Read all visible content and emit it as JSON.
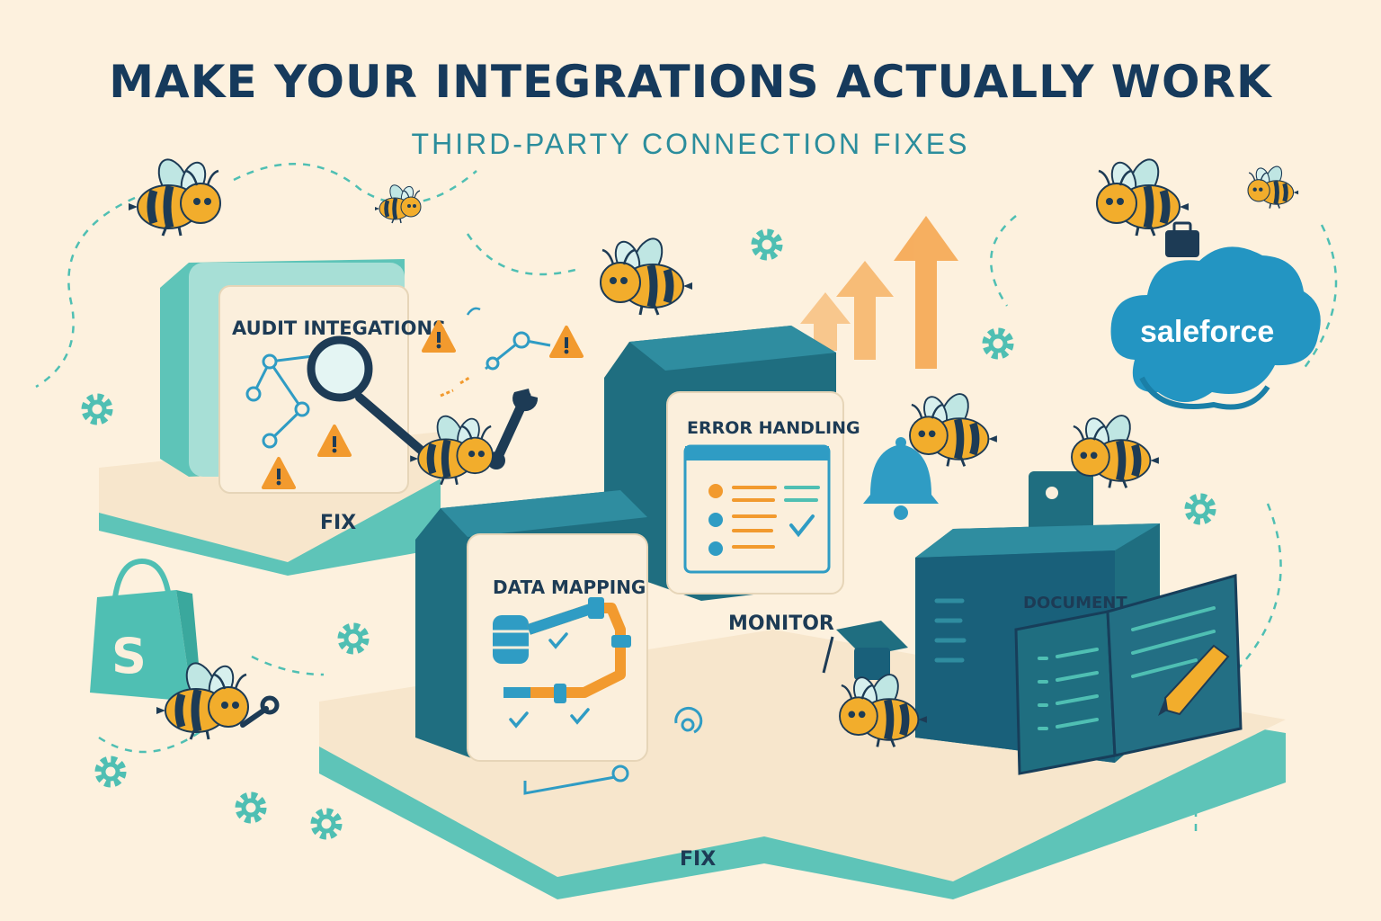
{
  "header": {
    "title": "MAKE YOUR INTEGRATIONS ACTUALLY WORK",
    "subtitle": "THIRD-PARTY CONNECTION FIXES"
  },
  "cards": {
    "audit": {
      "title": "AUDIT INTEGATIONS",
      "platform_label": "FIX"
    },
    "error": {
      "title": "ERROR HANDLING",
      "platform_label": "MONITOR"
    },
    "mapping": {
      "title": "DATA MAPPING",
      "platform_label": "FIX"
    },
    "document": {
      "title": "DOCUMENT"
    }
  },
  "logos": {
    "salesforce": "saleforce",
    "shopify": "S"
  },
  "colors": {
    "background": "#fdf1de",
    "teal": "#4fbfb3",
    "dark_teal": "#1f6e80",
    "navy": "#163a5c",
    "orange": "#f29a2e",
    "bee_yellow": "#f2ad2c",
    "sky": "#2f9cc4"
  },
  "icons": [
    "magnifier-icon",
    "warning-icon",
    "wrench-icon",
    "gear-icon",
    "bell-icon",
    "pencil-icon",
    "cloud-icon",
    "shopping-bag-icon",
    "bee-icon",
    "arrow-up-icon",
    "briefcase-icon"
  ]
}
